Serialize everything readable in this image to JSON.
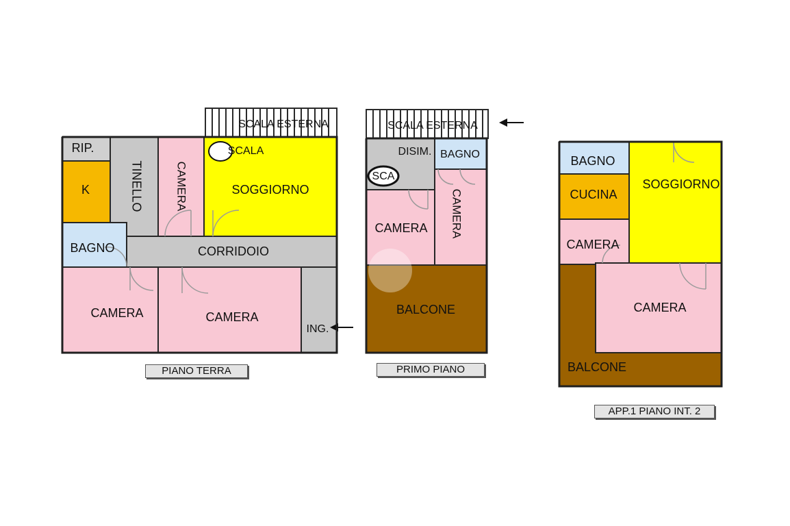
{
  "colors": {
    "camera": "#f9c8d4",
    "soggiorno": "#ffff00",
    "cucina": "#f6b800",
    "bagno": "#cfe4f6",
    "corridoio": "#c8c8c8",
    "balcone": "#9b6100",
    "rip": "#d0d0d0",
    "wall": "#262626",
    "stair": "#ffffff"
  },
  "icons": {
    "entrance_arrow": "left-arrow-icon",
    "stair_arrow": "left-arrow-icon"
  },
  "piano_terra": {
    "caption": "PIANO TERRA",
    "rooms": {
      "rip": "RIP.",
      "kitchen": "K",
      "tinello": "TINELLO",
      "camera_top": "CAMERA",
      "scala": "SCALA",
      "soggiorno": "SOGGIORNO",
      "bagno": "BAGNO",
      "corridoio": "CORRIDOIO",
      "camera_left": "CAMERA",
      "camera_center": "CAMERA",
      "ingresso": "ING."
    },
    "stair": "SCALA ESTERNA"
  },
  "primo_piano": {
    "caption": "PRIMO PIANO",
    "rooms": {
      "disim": "DISIM.",
      "bagno": "BAGNO",
      "sca": "SCA",
      "camera_left": "CAMERA",
      "camera_right": "CAMERA",
      "balcone": "BALCONE"
    },
    "stair": "SCALA ESTERNA"
  },
  "app1": {
    "caption": "APP.1 PIANO INT. 2",
    "rooms": {
      "bagno": "BAGNO",
      "cucina": "CUCINA",
      "soggiorno": "SOGGIORNO",
      "camera_left": "CAMERA",
      "camera_center": "CAMERA",
      "balcone": "BALCONE"
    }
  }
}
